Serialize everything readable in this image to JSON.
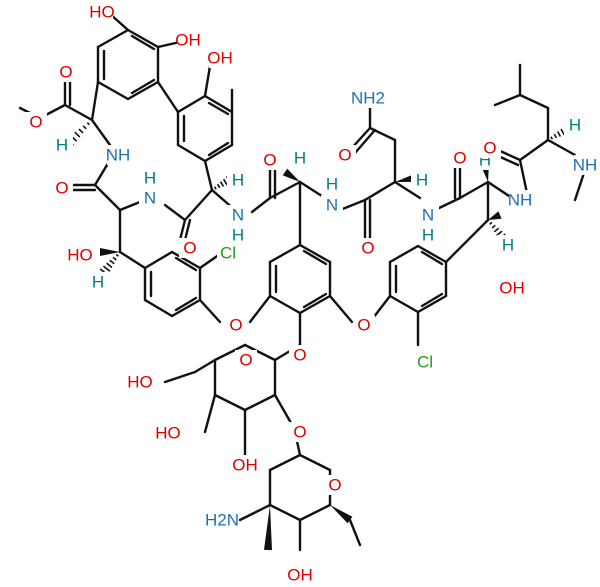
{
  "colors": {
    "bond": "#111111",
    "oxygen": "#e00000",
    "nitrogen": "#1f6fb4",
    "chlorine": "#1f9d1f",
    "stereo_h": "#00807f"
  },
  "labels": {
    "ho_top": "HO",
    "oh_top": "OH",
    "oh_phenol": "OH",
    "carbonyl_o_ester": "O",
    "ester_o": "O",
    "h_alpha1": "H",
    "nh1": "NH",
    "carbonyl_o1": "O",
    "nh2_h": "H",
    "nh2_n": "N",
    "nh2_dup": "N",
    "carbonyl_o2": "O",
    "h_alpha2": "H",
    "n3_n": "N",
    "n3_h": "H",
    "ho_left": "HO",
    "h_left": "H",
    "cl_left": "Cl",
    "carbonyl_o3": "O",
    "h_alpha3": "H",
    "n4": "N",
    "n4_h": "H",
    "nh2_asn": "NH2",
    "o_asn": "O",
    "carbonyl_o4": "O",
    "h_alpha4": "H",
    "n5": "N",
    "n5_h": "H",
    "carbonyl_o5": "O",
    "h_alpha5": "H",
    "nh5b": "NH",
    "o_leu": "O",
    "h_leu": "H",
    "nh_me": "NH",
    "oh_right": "OH",
    "h_right": "H",
    "o_ether_left": "O",
    "o_ether_right": "O",
    "cl_right": "Cl",
    "o_glyco": "O",
    "ho_sugar": "HO",
    "o_ring_sugar": "O",
    "o_link": "O",
    "ho_sugar2": "HO",
    "oh_sugar3": "OH",
    "o_ring_vanc": "O",
    "h2n_vanc": "H2N",
    "oh_vanc": "OH"
  }
}
